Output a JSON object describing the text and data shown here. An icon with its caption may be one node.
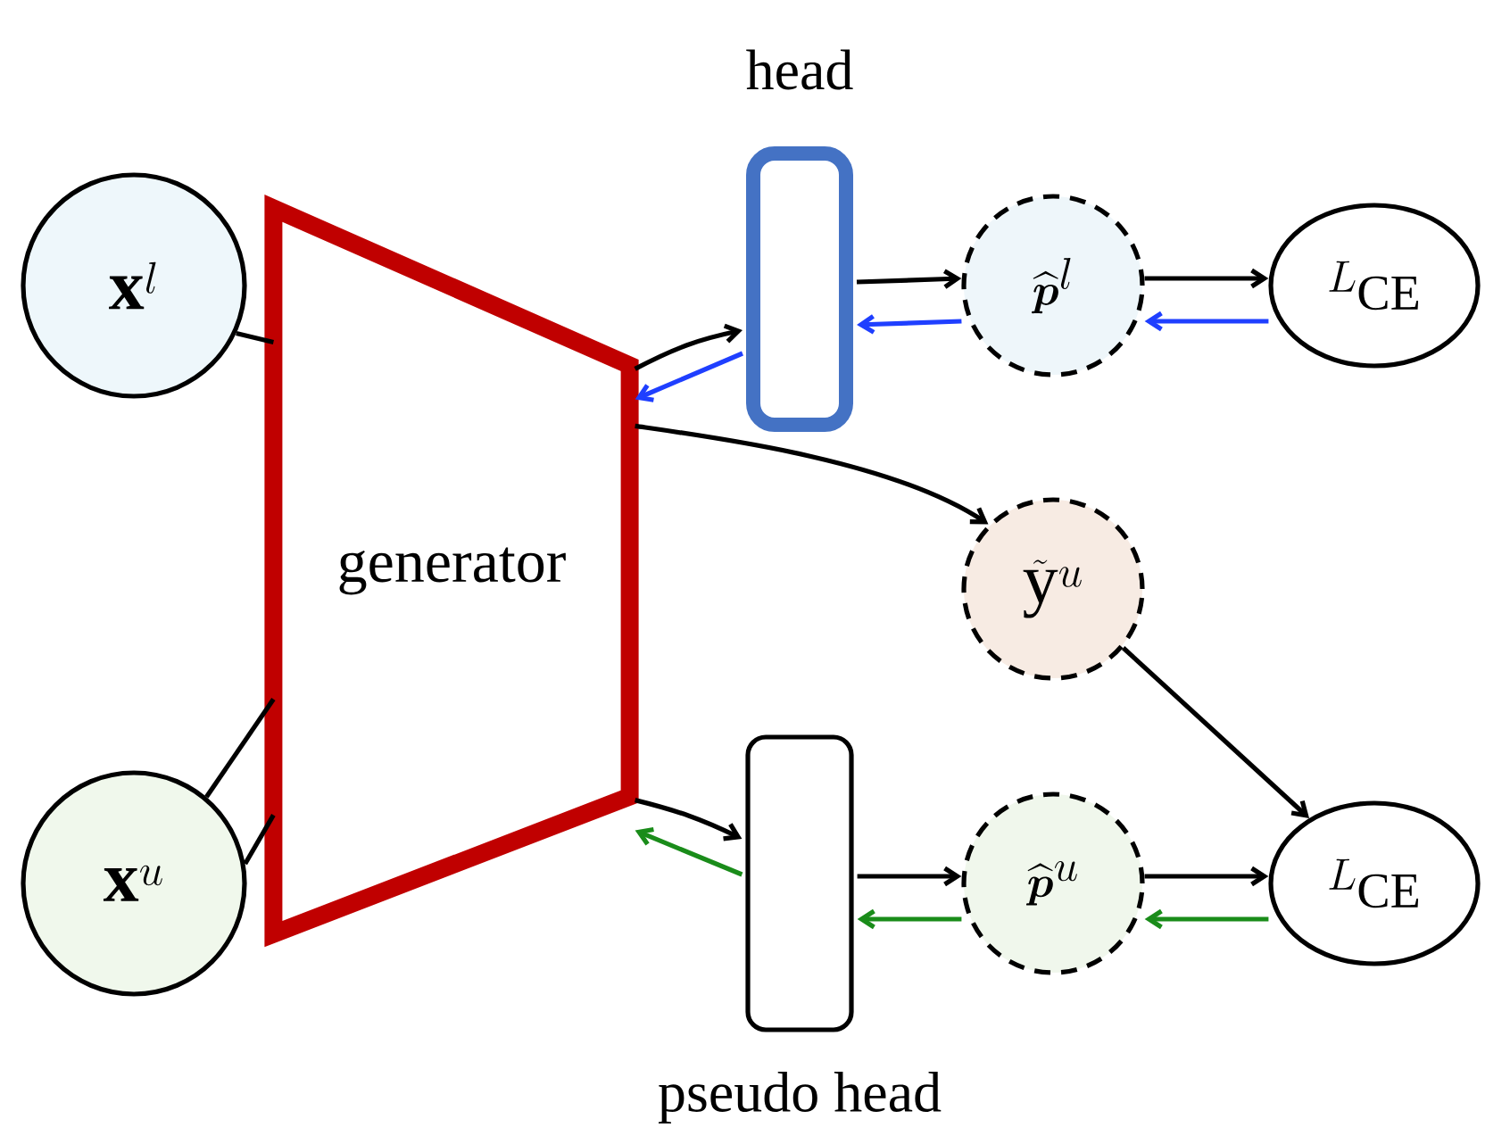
{
  "diagram": {
    "nodes": [
      {
        "text": [
          "\\mathbf{x}^{l}"
        ]
      },
      {
        "text": [
          "\\mathbf{x}^{u}"
        ]
      },
      {
        "text": [
          "generator"
        ]
      },
      {
        "text": [
          "head"
        ]
      },
      {
        "text": [
          "\\widehat{\\boldsymbol{p}}^{l}"
        ]
      },
      {
        "text": [
          "L_{\\mathrm{CE}}"
        ]
      },
      {
        "text": [
          "\\tilde{\\mathrm{y}}^{u}"
        ]
      },
      {
        "text": [
          "pseudo head"
        ]
      },
      {
        "text": [
          "\\widehat{\\boldsymbol{p}}^{u}"
        ]
      },
      {
        "text": [
          "L_{\\mathrm{CE}}"
        ]
      }
    ],
    "edges": [
      {
        "from": 0,
        "to": 2,
        "arrow": "none"
      },
      {
        "from": 1,
        "to": 2,
        "arrow": "none"
      },
      {
        "from": 1,
        "to": 2,
        "arrow": "none"
      },
      {
        "from": 2,
        "to": 3,
        "arrow": "to"
      },
      {
        "from": 3,
        "to": 2,
        "arrow": "to",
        "color": "#1f3fff"
      },
      {
        "from": 2,
        "to": 6,
        "arrow": "to"
      },
      {
        "from": 3,
        "to": 4,
        "arrow": "to"
      },
      {
        "from": 4,
        "to": 3,
        "arrow": "to",
        "color": "#1f3fff"
      },
      {
        "from": 4,
        "to": 5,
        "arrow": "to"
      },
      {
        "from": 5,
        "to": 4,
        "arrow": "to",
        "color": "#1f3fff"
      },
      {
        "from": 6,
        "to": 9,
        "arrow": "to"
      },
      {
        "from": 2,
        "to": 7,
        "arrow": "to"
      },
      {
        "from": 7,
        "to": 2,
        "arrow": "to",
        "color": "#1a8c1a"
      },
      {
        "from": 7,
        "to": 8,
        "arrow": "to"
      },
      {
        "from": 8,
        "to": 7,
        "arrow": "to",
        "color": "#1a8c1a"
      },
      {
        "from": 8,
        "to": 9,
        "arrow": "to"
      },
      {
        "from": 9,
        "to": 8,
        "arrow": "to",
        "color": "#1a8c1a"
      }
    ]
  }
}
